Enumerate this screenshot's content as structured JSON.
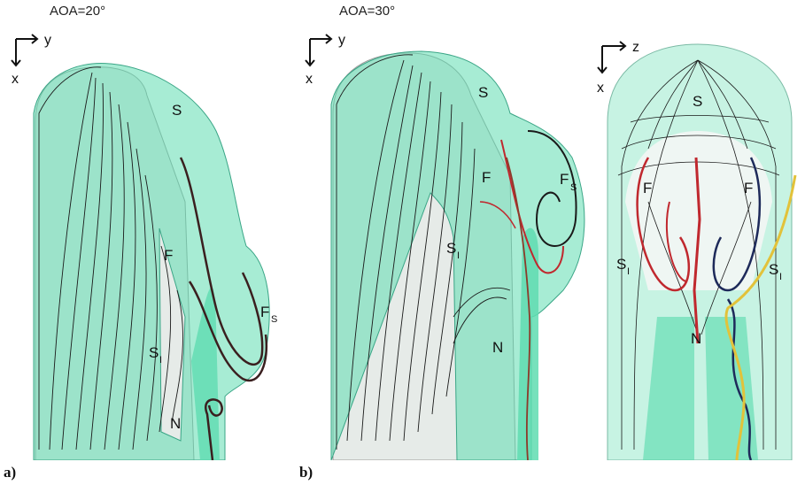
{
  "panel_a": {
    "header": "AOA=20°",
    "tag": "a)",
    "axes": {
      "horizontal": "y",
      "vertical": "x"
    },
    "labels": {
      "S": "S",
      "F": "F",
      "FS_main": "F",
      "FS_sub": "S",
      "SI_main": "S",
      "SI_sub": "I",
      "N": "N"
    }
  },
  "panel_b": {
    "header": "AOA=30°",
    "tag": "b)",
    "axes": {
      "horizontal": "y",
      "vertical": "x"
    },
    "labels": {
      "S": "S",
      "F": "F",
      "FS_main": "F",
      "FS_sub": "S",
      "SI_main": "S",
      "SI_sub": "I",
      "N": "N"
    }
  },
  "panel_c": {
    "axes": {
      "horizontal": "z",
      "vertical": "x"
    },
    "labels": {
      "S": "S",
      "F_left": "F",
      "F_right": "F",
      "SI_left_main": "S",
      "SI_left_sub": "I",
      "SI_right_main": "S",
      "SI_right_sub": "I",
      "N": "N"
    }
  },
  "colors": {
    "vortex_green": "#5fdcb0",
    "body_fill": "#e6ebe8",
    "streamline": "#1a1a1a",
    "red_line": "#c0282e",
    "navy_line": "#1e2a5a",
    "yellow_line": "#e2c23a",
    "dark_brown": "#3a1f1f"
  }
}
